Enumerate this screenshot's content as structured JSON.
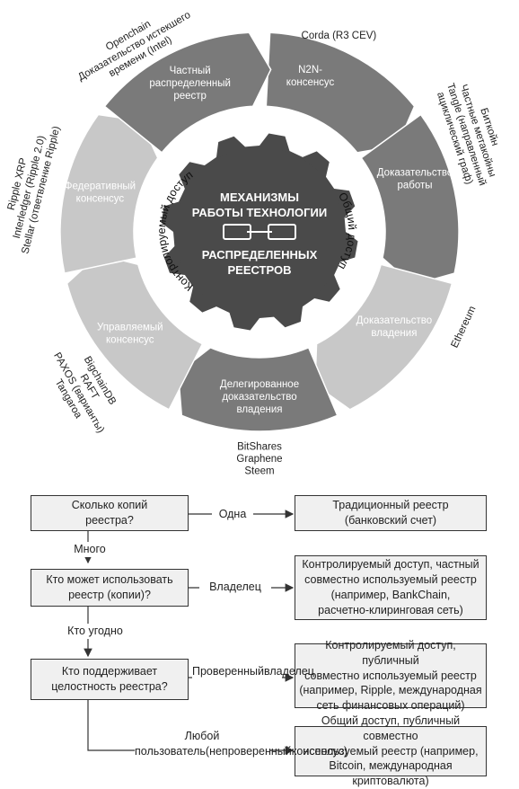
{
  "wheel": {
    "segments": [
      {
        "id": "n2n",
        "lines": [
          "N2N-",
          "консенсус"
        ]
      },
      {
        "id": "pow",
        "lines": [
          "Доказательство",
          "работы"
        ]
      },
      {
        "id": "pos",
        "lines": [
          "Доказательство",
          "владения"
        ]
      },
      {
        "id": "dpos",
        "lines": [
          "Делегированное",
          "доказательство",
          "владения"
        ]
      },
      {
        "id": "managed",
        "lines": [
          "Управляемый",
          "консенсус"
        ]
      },
      {
        "id": "federated",
        "lines": [
          "Федеративный",
          "консенсус"
        ]
      },
      {
        "id": "private",
        "lines": [
          "Частный",
          "распределенный",
          "реестр"
        ]
      }
    ],
    "examples": {
      "n2n": [
        "Corda (R3 CEV)"
      ],
      "pow": [
        "Биткойн",
        "Частные метакойны",
        "Tangle (направленный",
        "ациклический граф)"
      ],
      "pos": [
        "Ethereum"
      ],
      "dpos": [
        "BitShares",
        "Graphene",
        "Steem"
      ],
      "managed": [
        "BigchainDB",
        "RAFT",
        "PAXOS (варианты)",
        "Tangaroa"
      ],
      "federated": [
        "Ripple XRP",
        "Interledger (Ripple 2.0)",
        "Stellar (ответвление Ripple)"
      ],
      "private": [
        "Openchain",
        "Доказательство истекшего",
        "времени (Intel)"
      ]
    },
    "center": {
      "title_lines": [
        "МЕХАНИЗМЫ",
        "РАБОТЫ ТЕХНОЛОГИИ"
      ],
      "subtitle_lines": [
        "РАСПРЕДЕЛЕННЫХ",
        "РЕЕСТРОВ"
      ]
    },
    "ring_left": "Контролируемый доступ",
    "ring_right": "Общий доступ",
    "colors": {
      "dark": "#7a7a7a",
      "light": "#c8c8c8",
      "gear": "#4a4a4a"
    }
  },
  "flow": {
    "q1": [
      "Сколько копий",
      "реестра?"
    ],
    "q2": [
      "Кто может использовать",
      "реестр (копии)?"
    ],
    "q3": [
      "Кто поддерживает",
      "целостность реестра?"
    ],
    "a1": [
      "Традиционный реестр",
      "(банковский счет)"
    ],
    "a2": [
      "Контролируемый доступ, частный",
      "совместно используемый реестр",
      "(например, BankChain,",
      "расчетно-клиринговая сеть)"
    ],
    "a3": [
      "Контролируемый доступ, публичный",
      "совместно используемый реестр",
      "(например, Ripple, международная",
      "сеть финансовых операций)"
    ],
    "a4": [
      "Общий доступ, публичный совместно",
      "используемый реестр (например,",
      "Bitcoin, международная криптовалюта)"
    ],
    "l_one": [
      "Одна"
    ],
    "l_many": [
      "Много"
    ],
    "l_owner": [
      "Владелец"
    ],
    "l_anyone": [
      "Кто угодно"
    ],
    "l_verified": [
      "Проверенный",
      "владелец"
    ],
    "l_anyuser": [
      "Любой пользователь",
      "(непроверенный",
      "консенсус)"
    ]
  }
}
